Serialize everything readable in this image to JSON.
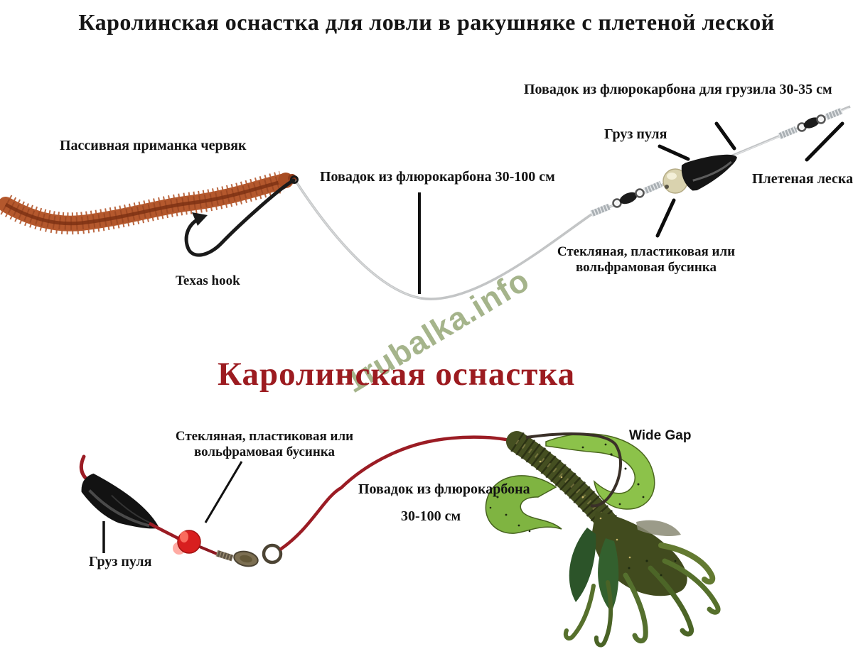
{
  "page": {
    "title": "Каролинская оснастка для ловли в ракушняке с плетеной леской",
    "section_heading": "Каролинская оснастка",
    "watermark": "1rubalka.info"
  },
  "top_diagram": {
    "labels": {
      "passive_bait": "Пассивная приманка червяк",
      "texas_hook": "Texas hook",
      "leader": "Повадок из флюрокарбона 30-100 см",
      "sinker_leader": "Повадок из флюрокарбона для грузила 30-35 см",
      "sinker": "Груз пуля",
      "braid": "Плетеная леска",
      "bead_line1": "Стекляная, пластиковая или",
      "bead_line2": "вольфрамовая бусинка"
    }
  },
  "bottom_diagram": {
    "labels": {
      "bead_line1": "Стекляная, пластиковая или",
      "bead_line2": "вольфрамовая бусинка",
      "sinker": "Груз пуля",
      "leader_line1": "Повадок из флюрокарбона",
      "leader_line2": "30-100 см",
      "hook": "Wide Gap"
    }
  },
  "colors": {
    "title_black": "#151515",
    "heading_red": "#9c1b20",
    "watermark_green": "#8ca06b",
    "worm_orange": "#b4582d",
    "leader_gray": "#c3c5c6",
    "line_red": "#9b1c24",
    "bead_red": "#d81f1f",
    "bead_cream": "#d9d2ae",
    "weight_black": "#141414",
    "bait_chartreuse": "#8cc24a",
    "bait_olive": "#454f21"
  }
}
